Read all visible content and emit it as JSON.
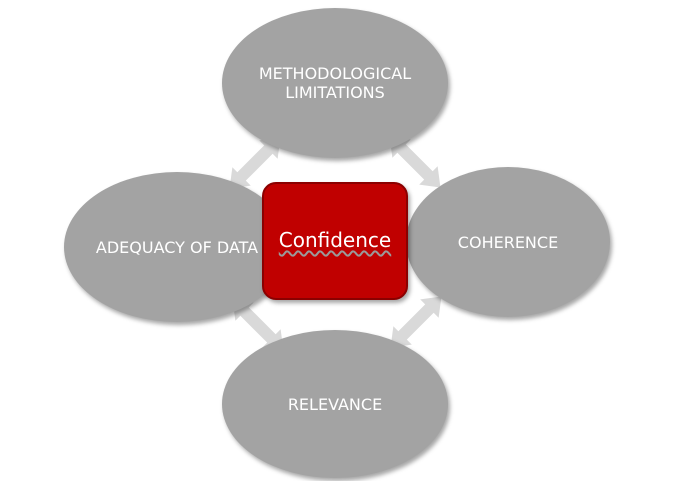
{
  "diagram": {
    "center": {
      "label": "Confidence"
    },
    "nodes": {
      "top": "METHODOLOGICAL LIMITATIONS",
      "left": "ADEQUACY OF DATA",
      "right": "COHERENCE",
      "bottom": "RELEVANCE"
    }
  },
  "colors": {
    "node_fill": "#a3a3a3",
    "center_fill": "#c00000",
    "arrow_fill": "#d9d9d9",
    "text": "#ffffff"
  }
}
